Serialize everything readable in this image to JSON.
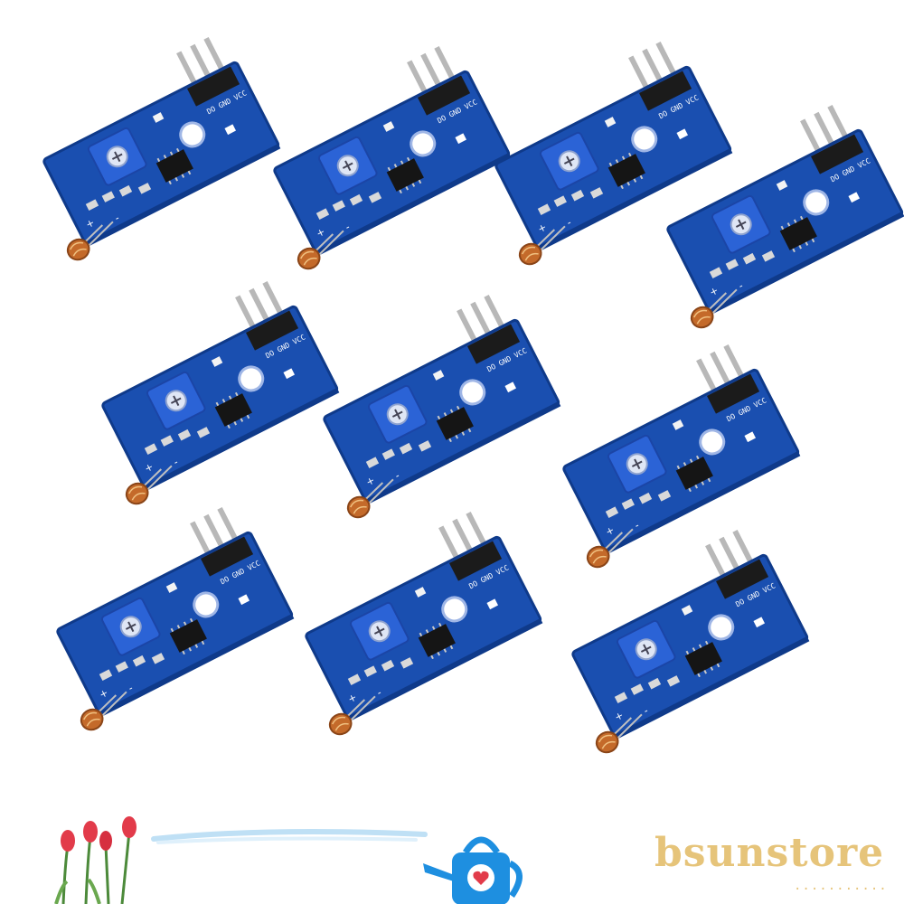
{
  "product": {
    "module_count": 10,
    "pin_labels": [
      "DO",
      "GND",
      "VCC"
    ],
    "silk_left": "+",
    "silk_right": "-"
  },
  "brand": {
    "name": "bsunstore",
    "dots": "..........."
  },
  "colors": {
    "pcb": "#1a4fb0",
    "pcb_dark": "#0f3a8a",
    "pot": "#2b63d6",
    "header": "#1b1b1b",
    "pin": "#b8b8b8",
    "ldr": "#c46a2a",
    "brand": "#e6c47a"
  },
  "icons": [
    "tulip-icon",
    "watering-can-icon",
    "heart-icon"
  ]
}
